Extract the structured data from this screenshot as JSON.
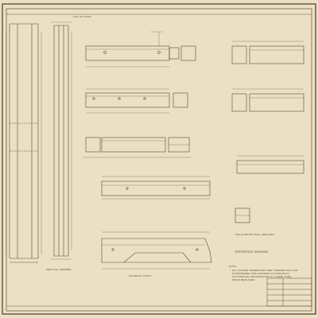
{
  "sheet": {
    "colors": {
      "paper": "#eadfc4",
      "ink": "#5a4a34",
      "border": "#4a3b28"
    }
  },
  "notes": {
    "note_label": "NOTE",
    "note_lines": [
      "ALL CURVED DIMENSIONS ARE THEORETICAL AND",
      "SUPERSEDED AND CHANGED ACCORDINGLY",
      "FOR SPECIAL PROCEDURES ALL CHEMI TONE",
      "WHEN REPLACED"
    ]
  },
  "reference_drawing": {
    "title": "REFERENCE DRAWING"
  },
  "part_labels": {
    "top_left": "TOP OF STAIR",
    "lower_left": "VERTICAL MEMBER",
    "bottom_center": "HANDRAIL STOOL",
    "right_bottom": "TEA SUPPORT WALL BRACKET"
  }
}
